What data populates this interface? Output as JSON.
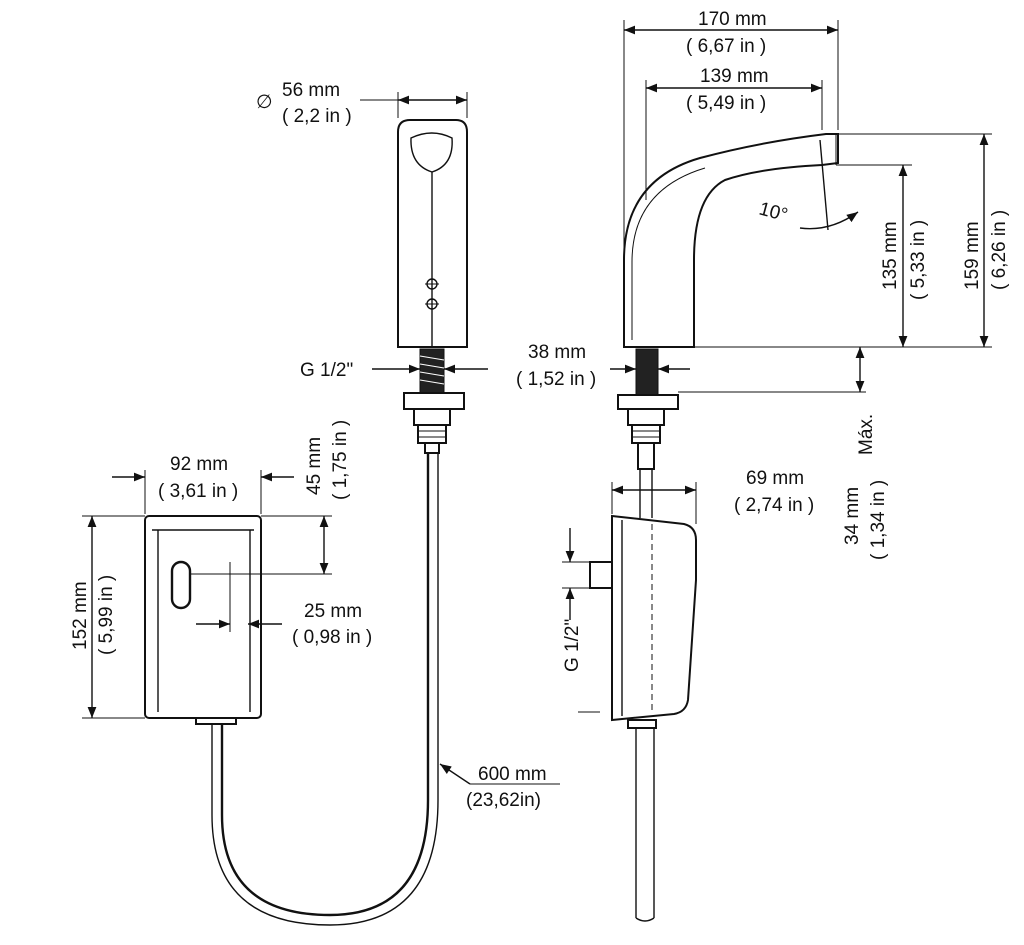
{
  "diagram": {
    "front_view": {
      "diameter_symbol": "∅",
      "diameter_mm": "56 mm",
      "diameter_in": "( 2,2 in )",
      "thread_label": "G 1/2\""
    },
    "side_view": {
      "overall_length_mm": "170 mm",
      "overall_length_in": "( 6,67 in )",
      "spout_reach_mm": "139 mm",
      "spout_reach_in": "( 5,49 in )",
      "spout_angle": "10°",
      "outlet_height_mm": "135 mm",
      "outlet_height_in": "( 5,33 in )",
      "total_height_mm": "159 mm",
      "total_height_in": "( 6,26 in )",
      "base_diameter_mm": "38 mm",
      "base_diameter_in": "( 1,52 in )",
      "max_label": "Máx.",
      "max_thickness_mm": "34 mm",
      "max_thickness_in": "( 1,34 in )"
    },
    "control_box_front": {
      "width_mm": "92 mm",
      "width_in": "( 3,61 in )",
      "height_mm": "152 mm",
      "height_in": "( 5,99 in )",
      "sensor_offset_mm": "45 mm",
      "sensor_offset_in": "( 1,75 in )",
      "sensor_width_mm": "25 mm",
      "sensor_width_in": "( 0,98 in )"
    },
    "control_box_side": {
      "depth_mm": "69 mm",
      "depth_in": "( 2,74 in )",
      "thread_label": "G 1/2\""
    },
    "hose": {
      "length_mm": "600 mm",
      "length_in": "(23,62in)"
    }
  }
}
